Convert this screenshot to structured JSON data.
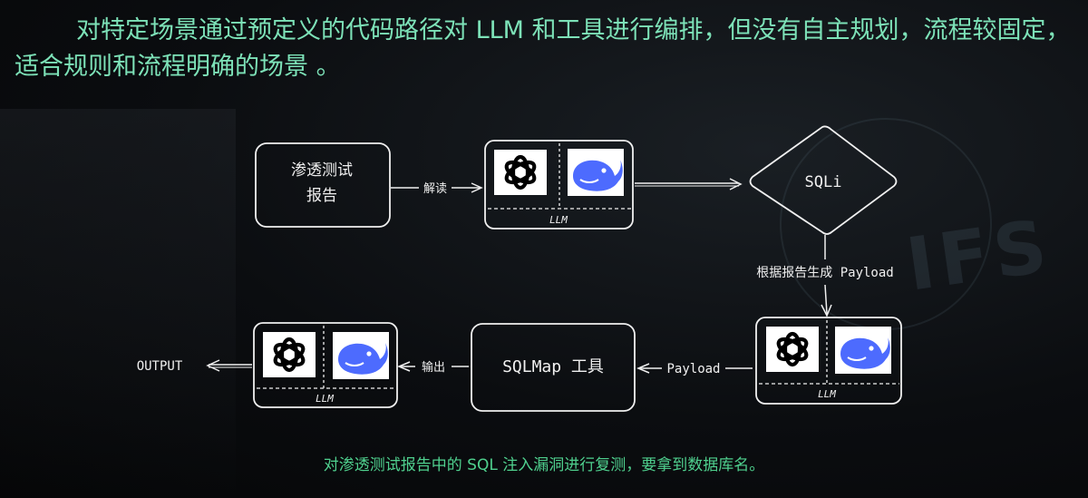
{
  "headline": "对特定场景通过预定义的代码路径对 LLM 和工具进行编排，但没有自主规划，流程较固定，适合规则和流程明确的场景 。",
  "diagram": {
    "report_box": [
      "渗透测试",
      "报告"
    ],
    "edge_read": "解读",
    "llm_label": "LLM",
    "sqli_label": "SQLi",
    "edge_generate": "根据报告生成 Payload",
    "edge_payload": "Payload",
    "sqlmap_label": "SQLMap 工具",
    "edge_output": "输出",
    "output_label": "OUTPUT"
  },
  "caption": "对渗透测试报告中的 SQL 注入漏洞进行复测，要拿到数据库名。",
  "watermark": "IFS",
  "colors": {
    "headline": "#7de2b8",
    "caption": "#4fd08e",
    "stroke": "#f0f0f0",
    "whale": "#4d6bfe"
  },
  "icons": [
    "openai-logo-icon",
    "deepseek-whale-icon"
  ]
}
